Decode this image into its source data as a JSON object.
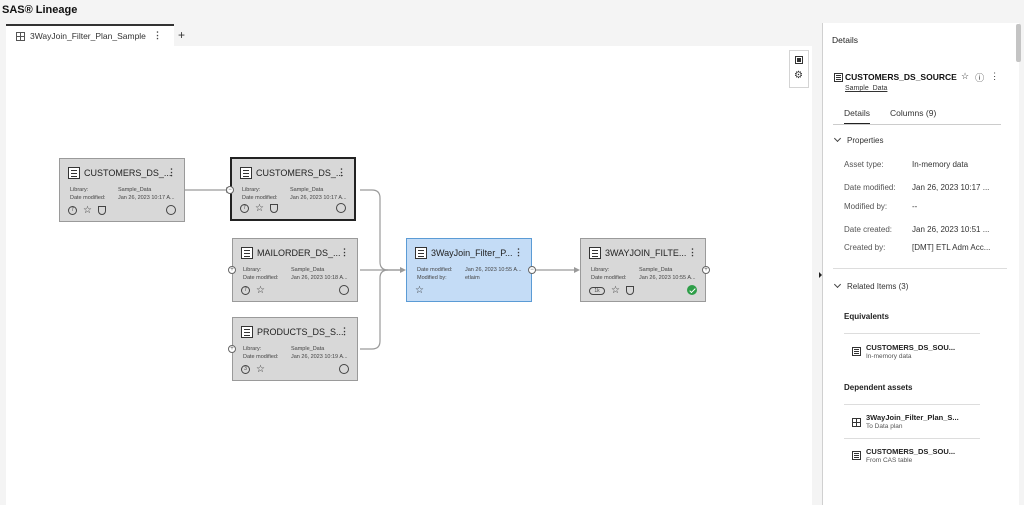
{
  "app": {
    "title": "SAS® Lineage"
  },
  "tabs": [
    {
      "label": "3WayJoin_Filter_Plan_Sample"
    }
  ],
  "lineage": {
    "nodes": [
      {
        "id": "n1",
        "title": "CUSTOMERS_DS_...",
        "r1_label": "Library:",
        "r1_value": "Sample_Data",
        "r2_label": "Date modified:",
        "r2_value": "Jan 26, 2023 10:17 A...",
        "count": "7"
      },
      {
        "id": "n2",
        "title": "CUSTOMERS_DS_...",
        "r1_label": "Library:",
        "r1_value": "Sample_Data",
        "r2_label": "Date modified:",
        "r2_value": "Jan 26, 2023 10:17 A...",
        "count": "7"
      },
      {
        "id": "n3",
        "title": "MAILORDER_DS_...",
        "r1_label": "Library:",
        "r1_value": "Sample_Data",
        "r2_label": "Date modified:",
        "r2_value": "Jan 26, 2023 10:18 A...",
        "count": "7"
      },
      {
        "id": "n4",
        "title": "PRODUCTS_DS_S...",
        "r1_label": "Library:",
        "r1_value": "Sample_Data",
        "r2_label": "Date modified:",
        "r2_value": "Jan 26, 2023 10:19 A...",
        "count": "3"
      },
      {
        "id": "n5",
        "title": "3WayJoin_Filter_P...",
        "r1_label": "Date modified:",
        "r1_value": "Jan 26, 2023 10:55 A...",
        "r2_label": "Modified by:",
        "r2_value": "etlaim"
      },
      {
        "id": "n6",
        "title": "3WAYJOIN_FILTE...",
        "r1_label": "Library:",
        "r1_value": "Sample_Data",
        "r2_label": "Date modified:",
        "r2_value": "Jan 26, 2023 10:55 A...",
        "pill": "1k"
      }
    ]
  },
  "details": {
    "title": "Details",
    "asset": {
      "name": "CUSTOMERS_DS_SOURCE",
      "library": "Sample_Data"
    },
    "tabs": [
      "Details",
      "Columns (9)"
    ],
    "properties": {
      "heading": "Properties",
      "items": [
        {
          "label": "Asset type:",
          "value": "In-memory data"
        },
        {
          "label": "Date modified:",
          "value": "Jan 26, 2023 10:17 ..."
        },
        {
          "label": "Modified by:",
          "value": "--"
        },
        {
          "label": "Date created:",
          "value": "Jan 26, 2023 10:51 ..."
        },
        {
          "label": "Created by:",
          "value": "[DMT] ETL Adm Acc..."
        }
      ]
    },
    "related": {
      "heading": "Related Items (3)",
      "equivalents_heading": "Equivalents",
      "equivalents": [
        {
          "name": "CUSTOMERS_DS_SOU...",
          "type": "In-memory data"
        }
      ],
      "dependents_heading": "Dependent assets",
      "dependents": [
        {
          "name": "3WayJoin_Filter_Plan_S...",
          "type": "To Data plan"
        },
        {
          "name": "CUSTOMERS_DS_SOU...",
          "type": "From CAS table"
        }
      ]
    }
  }
}
